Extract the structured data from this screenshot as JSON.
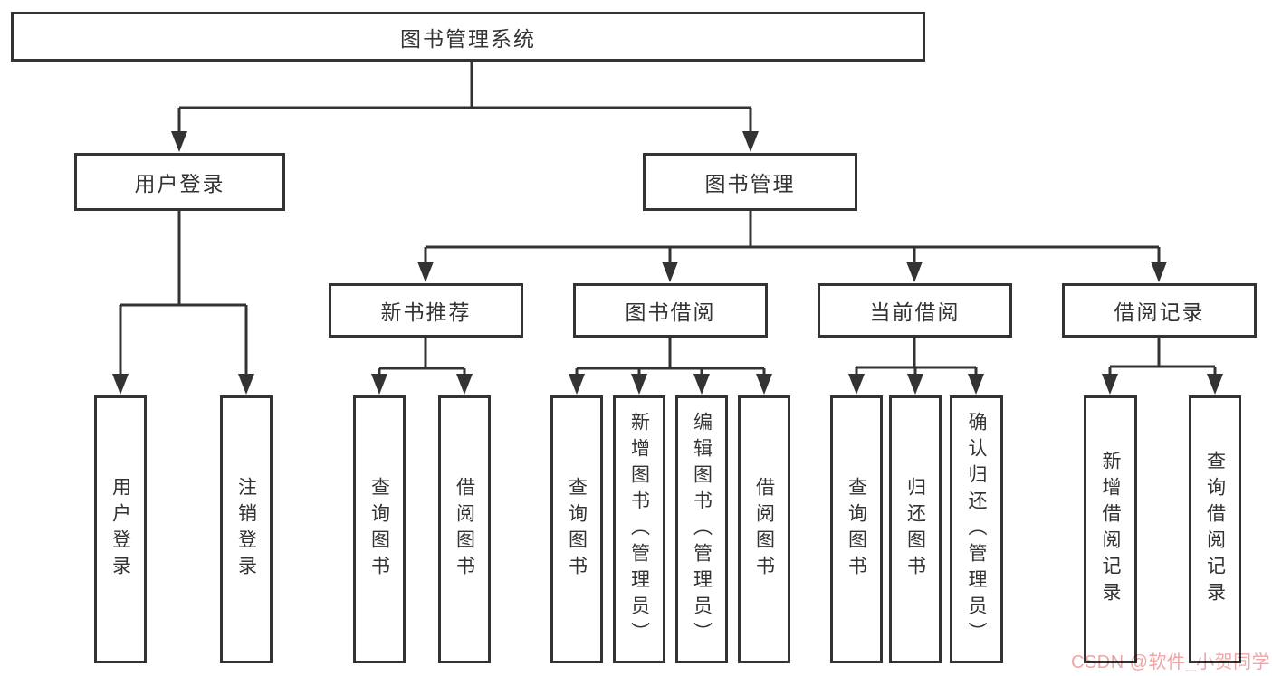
{
  "diagram": {
    "root_label": "图书管理系统",
    "line_color": "#333333",
    "box_border_color": "#333333",
    "text_color": "#333333",
    "background_color": "#ffffff",
    "level2": [
      {
        "label": "用户登录"
      },
      {
        "label": "图书管理"
      }
    ],
    "level3": [
      {
        "label": "新书推荐"
      },
      {
        "label": "图书借阅"
      },
      {
        "label": "当前借阅"
      },
      {
        "label": "借阅记录"
      }
    ],
    "leaves": {
      "user_login": [
        {
          "label": "用户登录"
        },
        {
          "label": "注销登录"
        }
      ],
      "new_book": [
        {
          "label": "查询图书"
        },
        {
          "label": "借阅图书"
        }
      ],
      "book_borrow": [
        {
          "label": "查询图书"
        },
        {
          "label": "新增图书（管理员）"
        },
        {
          "label": "编辑图书（管理员）"
        },
        {
          "label": "借阅图书"
        }
      ],
      "current_borrow": [
        {
          "label": "查询图书"
        },
        {
          "label": "归还图书"
        },
        {
          "label": "确认归还（管理员）"
        }
      ],
      "borrow_records": [
        {
          "label": "新增借阅记录"
        },
        {
          "label": "查询借阅记录"
        }
      ]
    }
  },
  "watermark": {
    "text": "CSDN @软件_小贺同学",
    "color": "#f2a5a5"
  }
}
